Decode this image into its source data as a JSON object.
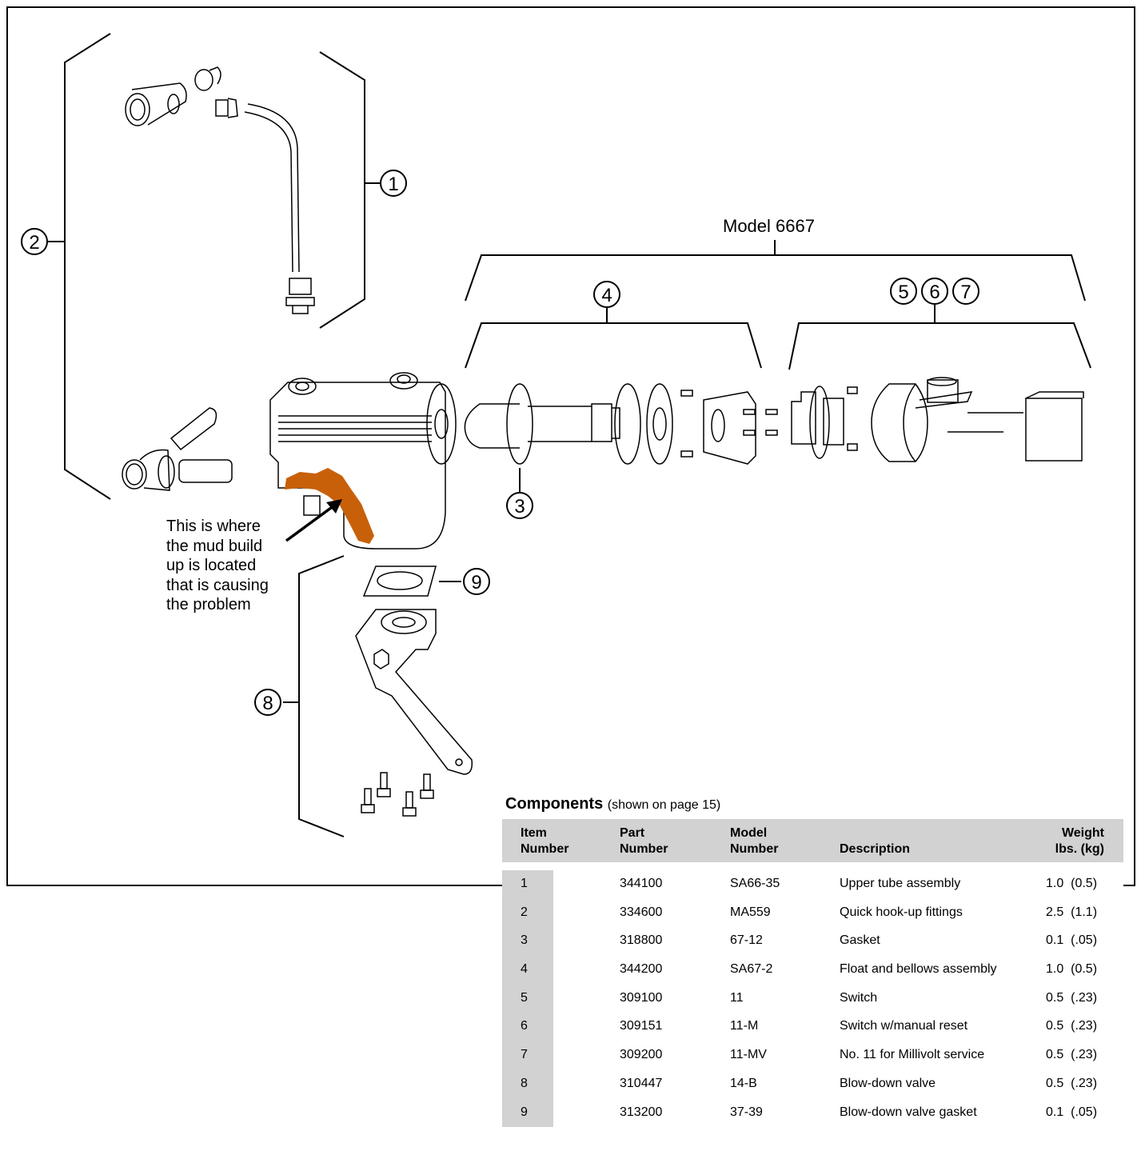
{
  "diagram": {
    "model_label": "Model 6667",
    "callouts": [
      "1",
      "2",
      "3",
      "4",
      "5",
      "6",
      "7",
      "8",
      "9"
    ],
    "annotation_lines": [
      "This is where",
      "the mud build",
      "up is located",
      "that is causing",
      "the problem"
    ],
    "highlight_color": "#c8600a"
  },
  "components": {
    "title": "Components",
    "subtitle": "(shown on page 15)",
    "headers": {
      "item": [
        "Item",
        "Number"
      ],
      "part": [
        "Part",
        "Number"
      ],
      "model": [
        "Model",
        "Number"
      ],
      "description": "Description",
      "weight": [
        "Weight",
        "lbs. (kg)"
      ]
    },
    "rows": [
      {
        "item": "1",
        "part": "344100",
        "model": "SA66-35",
        "description": "Upper tube assembly",
        "weight": "1.0  (0.5)"
      },
      {
        "item": "2",
        "part": "334600",
        "model": "MA559",
        "description": "Quick hook-up fittings",
        "weight": "2.5  (1.1)"
      },
      {
        "item": "3",
        "part": "318800",
        "model": "67-12",
        "description": "Gasket",
        "weight": "0.1  (.05)"
      },
      {
        "item": "4",
        "part": "344200",
        "model": "SA67-2",
        "description": "Float and bellows assembly",
        "weight": "1.0  (0.5)"
      },
      {
        "item": "5",
        "part": "309100",
        "model": "11",
        "description": "Switch",
        "weight": "0.5  (.23)"
      },
      {
        "item": "6",
        "part": "309151",
        "model": "11-M",
        "description": "Switch w/manual reset",
        "weight": "0.5  (.23)"
      },
      {
        "item": "7",
        "part": "309200",
        "model": "11-MV",
        "description": "No. 11 for Millivolt service",
        "weight": "0.5  (.23)"
      },
      {
        "item": "8",
        "part": "310447",
        "model": "14-B",
        "description": "Blow-down valve",
        "weight": "0.5  (.23)"
      },
      {
        "item": "9",
        "part": "313200",
        "model": "37-39",
        "description": "Blow-down valve gasket",
        "weight": "0.1  (.05)"
      }
    ]
  }
}
